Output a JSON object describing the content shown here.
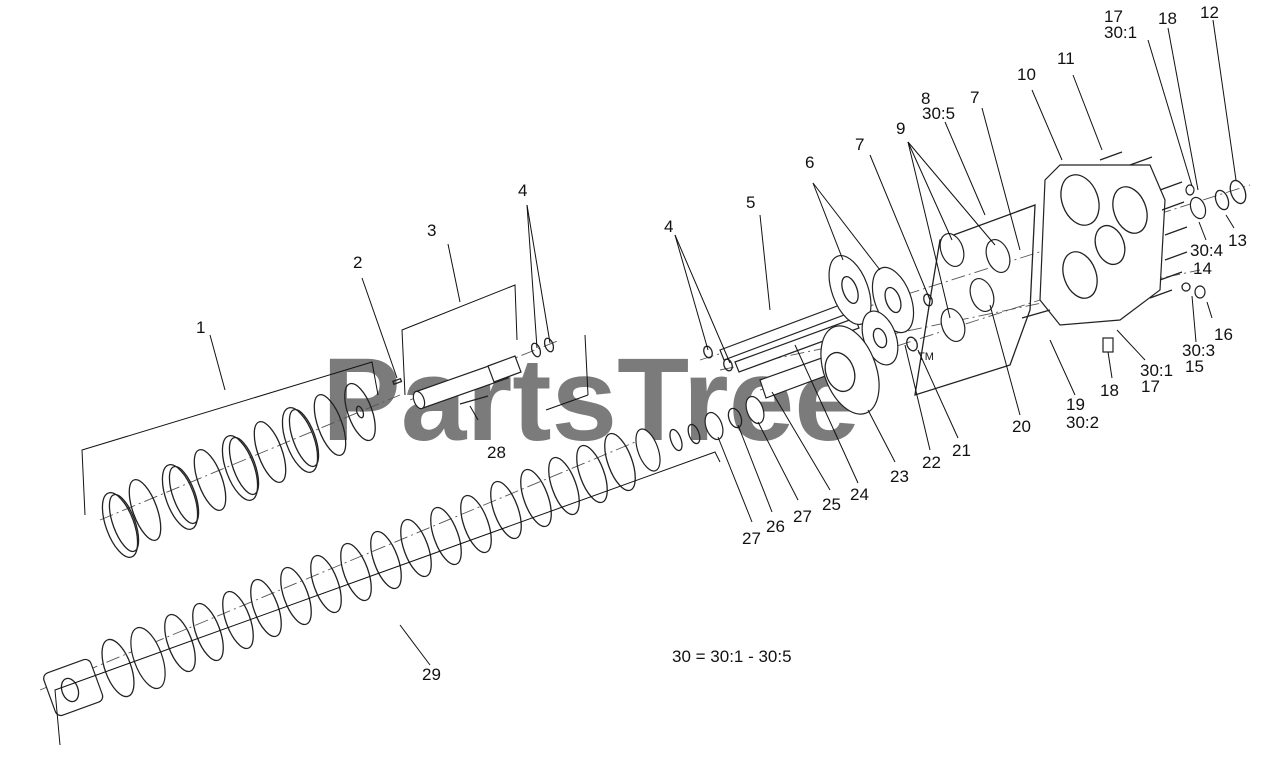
{
  "watermark": {
    "text": "PartsTree",
    "tm": "TM"
  },
  "legend": {
    "text": "30 = 30:1 - 30:5"
  },
  "callouts": {
    "c1": "1",
    "c2": "2",
    "c3": "3",
    "c4a": "4",
    "c4b": "4",
    "c5": "5",
    "c6": "6",
    "c7a": "7",
    "c7b": "7",
    "c8": "8",
    "c30_5": "30:5",
    "c9": "9",
    "c10": "10",
    "c11": "11",
    "c12": "12",
    "c17a": "17",
    "c30_1a": "30:1",
    "c18a": "18",
    "c13": "13",
    "c30_4": "30:4",
    "c14": "14",
    "c16": "16",
    "c30_3": "30:3",
    "c15": "15",
    "c30_1b": "30:1",
    "c17b": "17",
    "c18b": "18",
    "c19": "19",
    "c30_2": "30:2",
    "c20": "20",
    "c21": "21",
    "c22": "22",
    "c23": "23",
    "c24": "24",
    "c25": "25",
    "c27a": "27",
    "c26": "26",
    "c27b": "27",
    "c28": "28",
    "c29": "29"
  }
}
